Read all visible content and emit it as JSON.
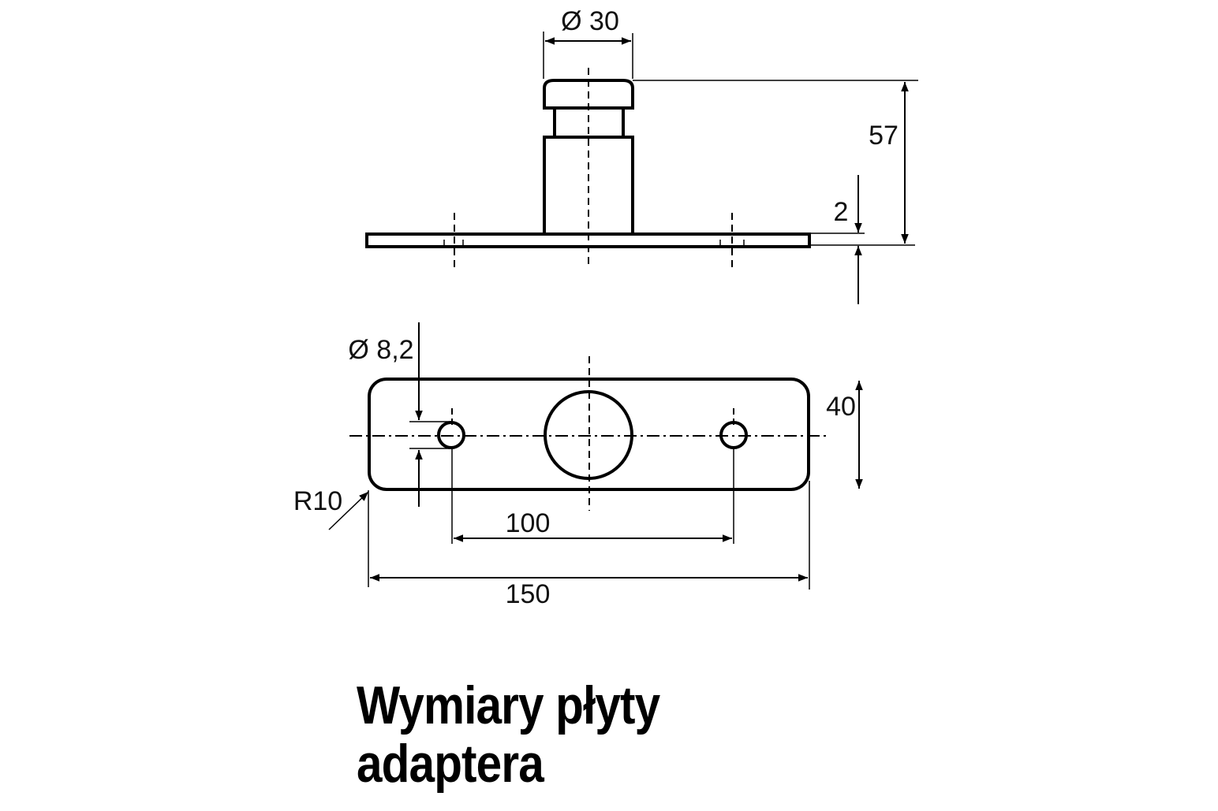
{
  "title": {
    "line1": "Wymiary płyty",
    "line2": "adaptera"
  },
  "dimensions": {
    "top_diameter": "Ø 30",
    "height_total": "57",
    "plate_thickness": "2",
    "hole_diameter": "Ø 8,2",
    "plate_width": "40",
    "corner_radius": "R10",
    "hole_spacing": "100",
    "plate_length": "150"
  },
  "colors": {
    "line": "#000000"
  }
}
